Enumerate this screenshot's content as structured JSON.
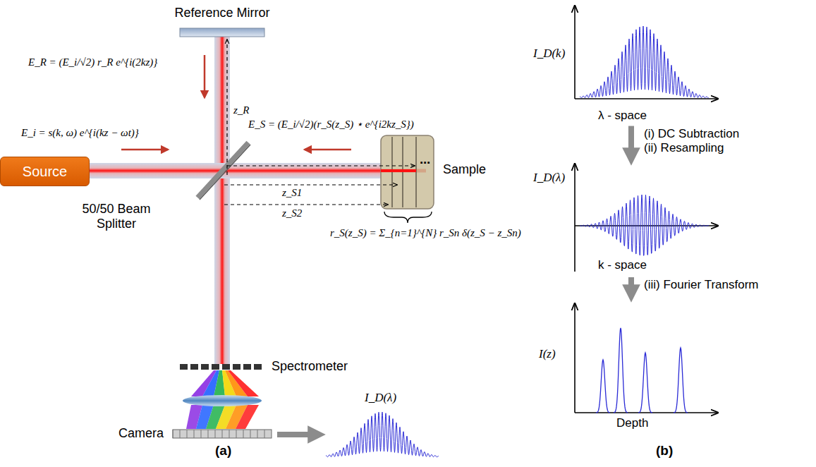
{
  "diagram": {
    "nodes": [
      {
        "text": [
          "Source"
        ]
      },
      {
        "text": [
          "Reference Mirror"
        ]
      },
      {
        "text": [
          "50/50 Beam Splitter"
        ]
      },
      {
        "text": [
          "Sample"
        ]
      },
      {
        "text": [
          "Spectrometer"
        ]
      },
      {
        "text": [
          "Camera"
        ]
      },
      {
        "text": [
          "I_D(λ)"
        ]
      },
      {
        "text": [
          "I_D(k)",
          "λ - space"
        ]
      },
      {
        "text": [
          "I_D(λ)",
          "k - space"
        ]
      },
      {
        "text": [
          "I(z)",
          "Depth"
        ]
      }
    ],
    "edges": [
      {
        "from": 5,
        "to": 6,
        "arrow": "to"
      },
      {
        "from": 7,
        "to": 8,
        "label": "(i) DC Subtraction (ii) Resampling",
        "arrow": "to"
      },
      {
        "from": 8,
        "to": 9,
        "label": "(iii) Fourier Transform",
        "arrow": "to"
      }
    ],
    "labels": [
      "E_R = (E_i/√2) r_R e^{i(2kz)}",
      "z_R",
      "E_i = s(k, ω) e^{i(kz − ωt)}",
      "E_S = (E_i/√2)(r_S(z_S) ⋆ e^{i2kz_S})",
      "⋯",
      "z_S1",
      "z_S2",
      "r_S(z_S) = Σ_{n=1}^{N} r_Sn δ(z_S − z_Sn)",
      "(a)",
      "(b)"
    ]
  }
}
